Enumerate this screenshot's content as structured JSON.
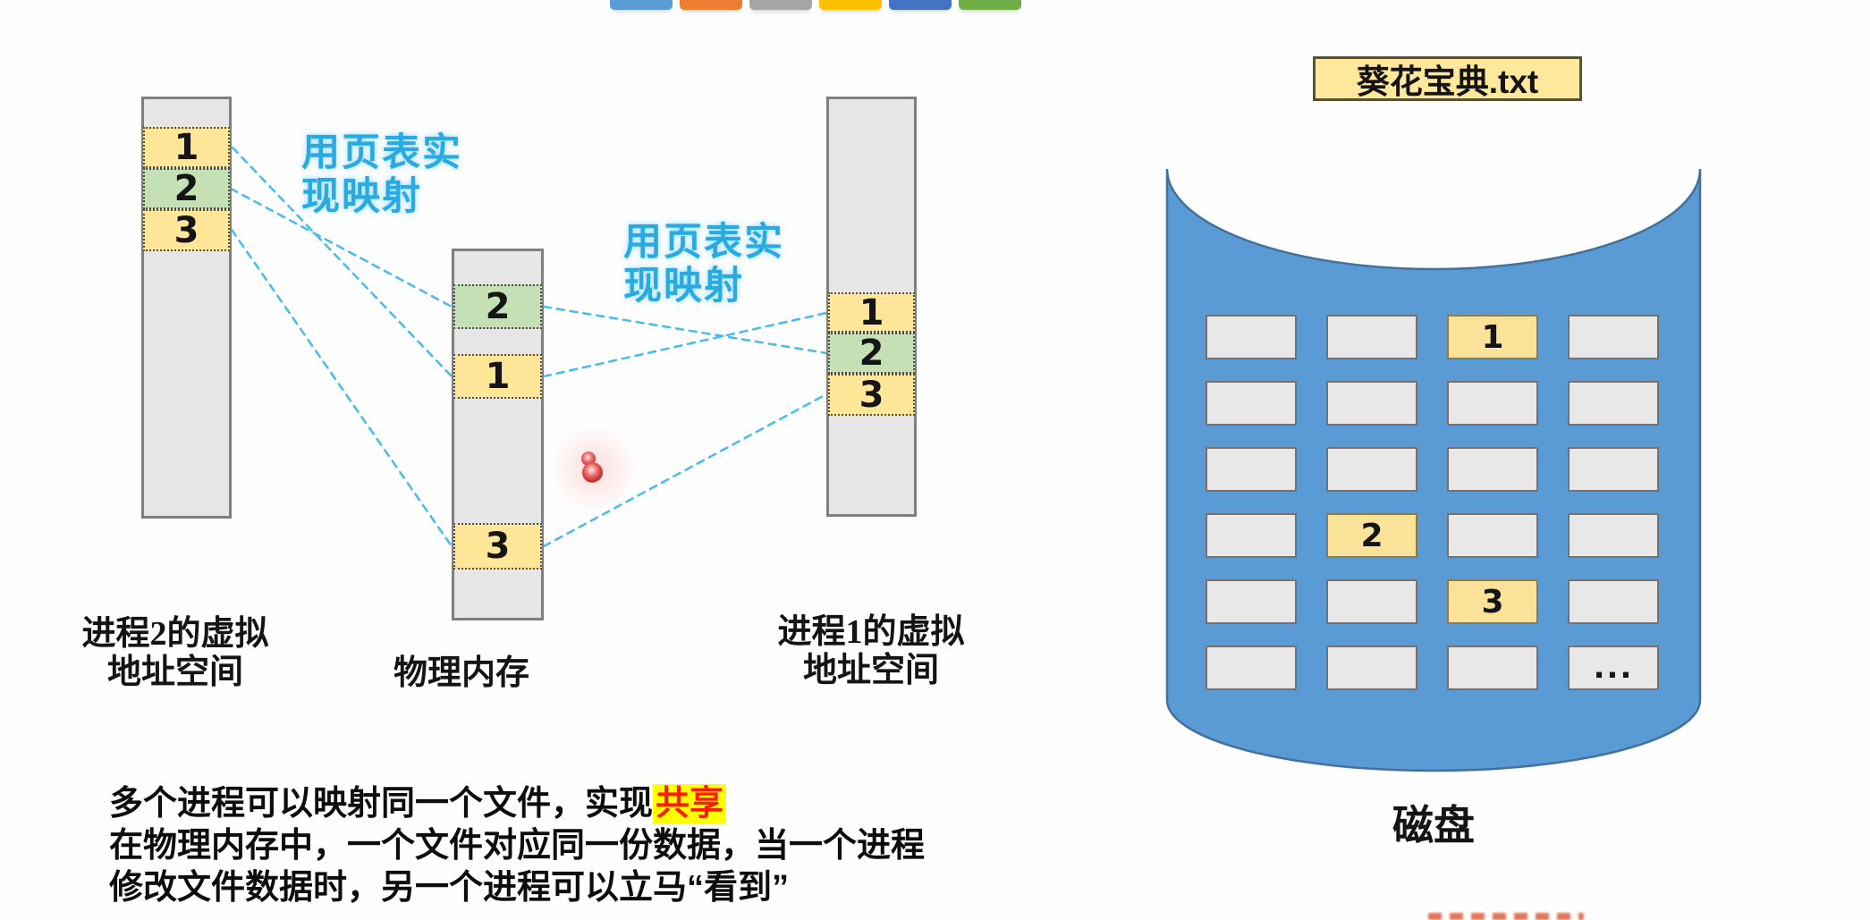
{
  "top_bars": {
    "colors": [
      "#5B9BD5",
      "#ED7D31",
      "#A5A5A5",
      "#FFC000",
      "#4472C4",
      "#70AD47"
    ]
  },
  "mapping_note_left": {
    "line1": "用页表实",
    "line2": "现映射"
  },
  "mapping_note_right": {
    "line1": "用页表实",
    "line2": "现映射"
  },
  "columns": {
    "process2": {
      "caption_line1": "进程2的虚拟",
      "caption_line2": "地址空间",
      "cells": [
        {
          "label": "1"
        },
        {
          "label": "2"
        },
        {
          "label": "3"
        }
      ]
    },
    "physical": {
      "caption": "物理内存",
      "cells": [
        {
          "label": "2"
        },
        {
          "label": "1"
        },
        {
          "label": "3"
        }
      ]
    },
    "process1": {
      "caption_line1": "进程1的虚拟",
      "caption_line2": "地址空间",
      "cells": [
        {
          "label": "1"
        },
        {
          "label": "2"
        },
        {
          "label": "3"
        }
      ]
    }
  },
  "disk": {
    "caption": "磁盘",
    "file_label": "葵花宝典.txt",
    "block1": "1",
    "block2": "2",
    "block3": "3",
    "more": "...",
    "grid": {
      "rows": 6,
      "cols": 4
    },
    "highlighted_blocks": [
      {
        "row": 1,
        "col": 3,
        "label": "1"
      },
      {
        "row": 4,
        "col": 2,
        "label": "2"
      },
      {
        "row": 5,
        "col": 3,
        "label": "3"
      }
    ]
  },
  "notes": {
    "line1_prefix": "多个进程可以映射同一个文件，实现",
    "line1_highlight": "共享",
    "line2": "在物理内存中，一个文件对应同一份数据，当一个进程",
    "line3": "修改文件数据时，另一个进程可以立马“看到”"
  },
  "colors": {
    "cyan_text": "#29ABE2",
    "cell_yellow": "#FFE699",
    "cell_green": "#C5E0B4",
    "column_gray": "#E7E6E6",
    "disk_fill": "#5B9BD5",
    "disk_stroke": "#41719C",
    "highlight_bg": "#FFFF00",
    "highlight_fg": "#FF1A00",
    "laser_red": "#E04040"
  }
}
